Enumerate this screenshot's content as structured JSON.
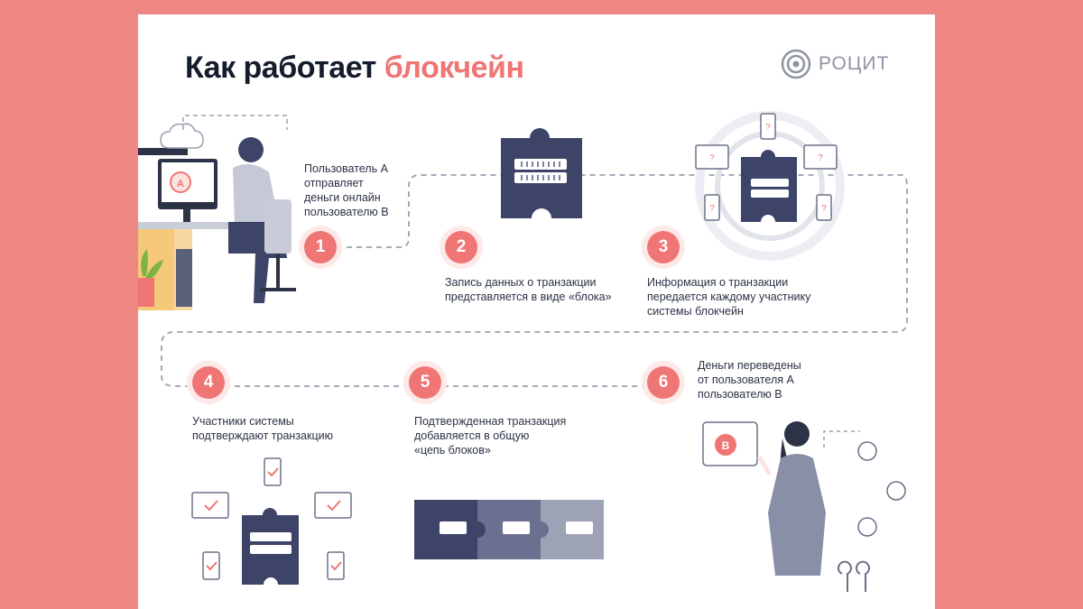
{
  "title": {
    "part1": "Как работает",
    "part2": "блокчейн"
  },
  "logo": {
    "text": "РОЦИТ",
    "icon": "concentric-circles-icon"
  },
  "colors": {
    "accent": "#ef7674",
    "navy": "#3d4468",
    "background": "#ef8784"
  },
  "steps": [
    {
      "number": "1",
      "text": "Пользователь А\nотправляет\nденьги онлайн\nпользователю В"
    },
    {
      "number": "2",
      "text": "Запись данных о транзакции\nпредставляется в виде «блока»"
    },
    {
      "number": "3",
      "text": "Информация о транзакции\nпередается каждому участнику\nсистемы блокчейн"
    },
    {
      "number": "4",
      "text": "Участники системы\nподтверждают транзакцию"
    },
    {
      "number": "5",
      "text": "Подтвержденная транзакция\nдобавляется в общую\n«цепь блоков»"
    },
    {
      "number": "6",
      "text": "Деньги переведены\nот пользователя А\nпользователю В"
    }
  ],
  "illustrations": {
    "screen_letter_a": "А",
    "badge_letter_b": "В",
    "device_question": "?"
  }
}
